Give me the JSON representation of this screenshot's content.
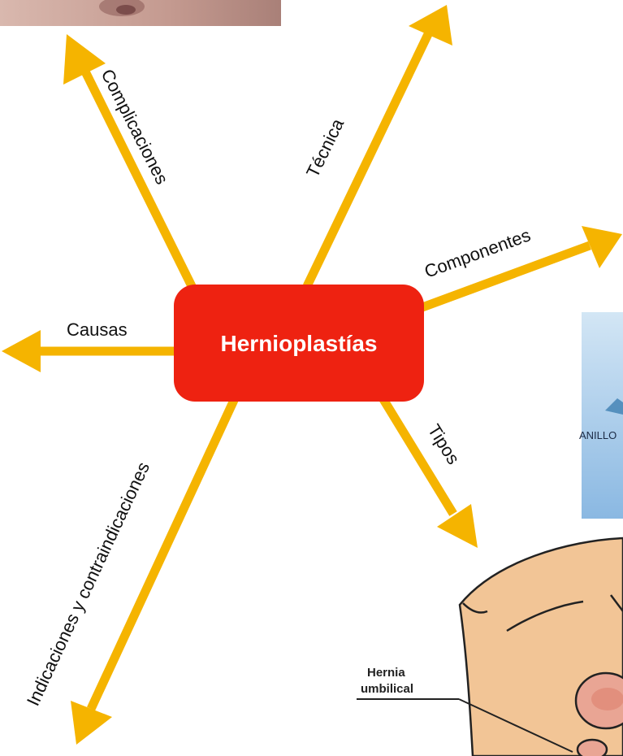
{
  "diagram": {
    "center_label": "Hernioplastías",
    "branches": [
      {
        "key": "complicaciones",
        "label": "Complicaciones"
      },
      {
        "key": "tecnica",
        "label": "Técnica"
      },
      {
        "key": "componentes",
        "label": "Componentes"
      },
      {
        "key": "causas",
        "label": "Causas"
      },
      {
        "key": "tipos",
        "label": "Tipos"
      },
      {
        "key": "indicaciones",
        "label": "Indicaciones y contraindicaciones"
      }
    ]
  },
  "images": {
    "anatomy_partial_label": "ANILLO",
    "hernia_caption_line1": "Hernia",
    "hernia_caption_line2": "umbilical"
  },
  "colors": {
    "center_fill": "#ee2211",
    "arrow": "#f5b400",
    "photo_bg": "#c9a39a",
    "anatomy_bg": "#9cc4e6",
    "skin": "#f2c596",
    "navel": "#e28f7d"
  }
}
